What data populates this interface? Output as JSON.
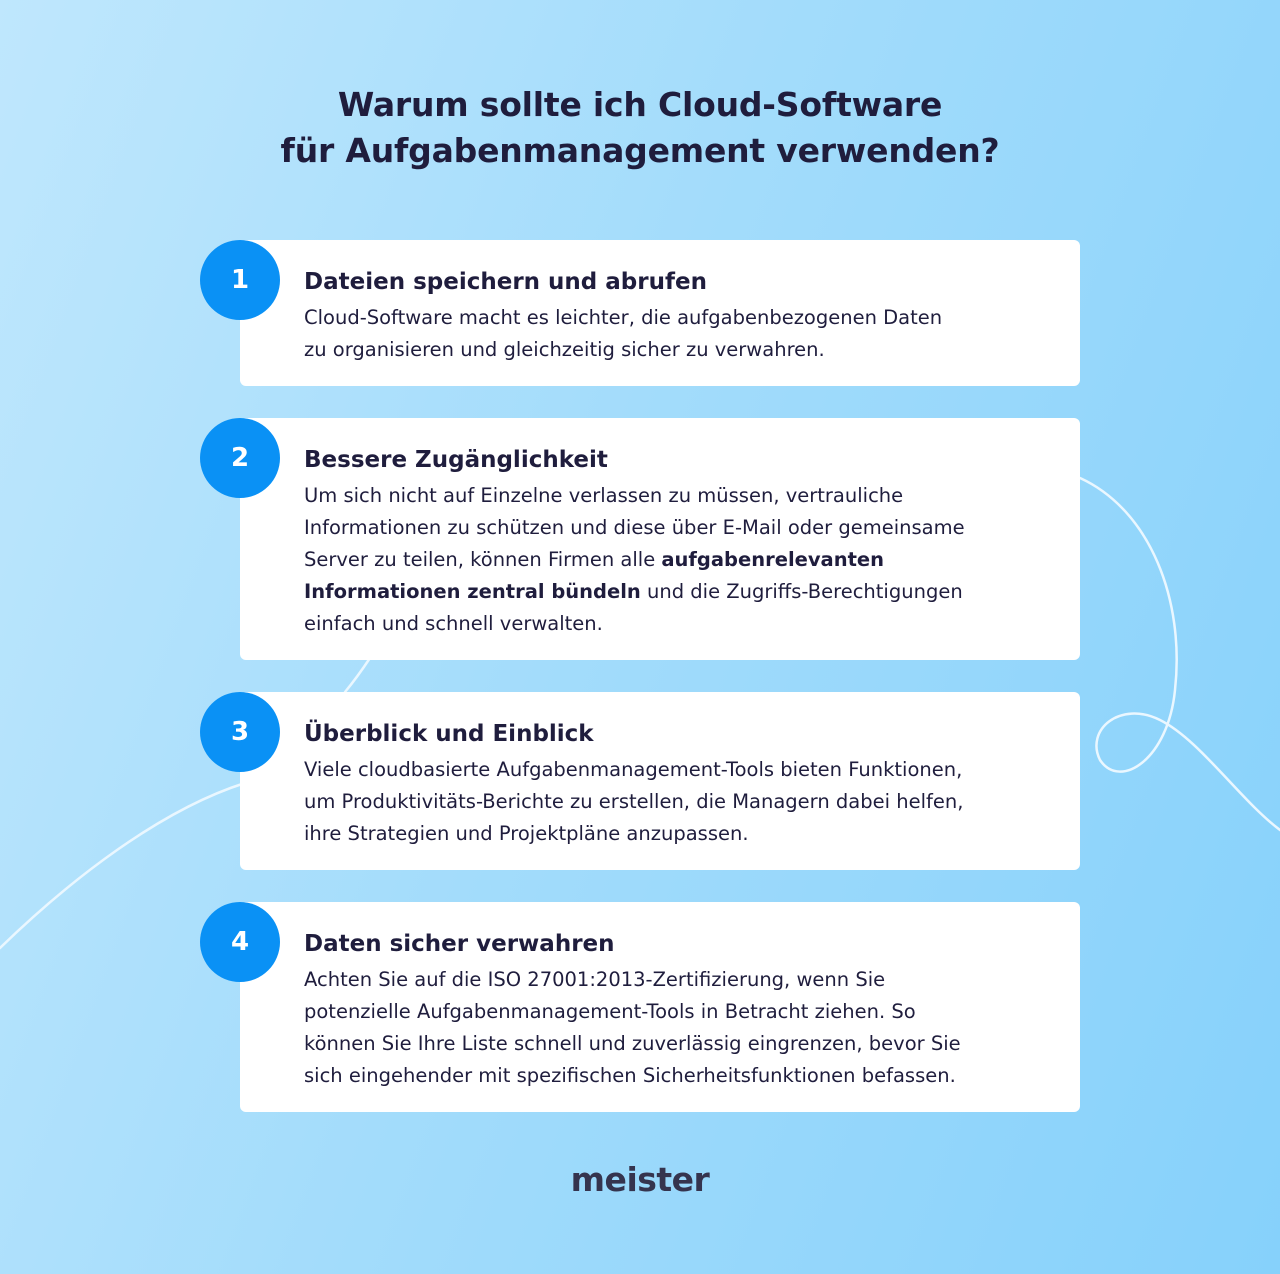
{
  "title": {
    "line1": "Warum sollte ich Cloud-Software",
    "line2": "für Aufgabenmanagement verwenden?"
  },
  "items": [
    {
      "number": "1",
      "heading": "Dateien speichern und abrufen",
      "text": [
        "Cloud-Software macht es leichter, die aufgabenbezogenen Daten",
        "zu organisieren und gleichzeitig sicher zu verwahren."
      ]
    },
    {
      "number": "2",
      "heading": "Bessere Zugänglichkeit",
      "text_parts": {
        "line1": "Um sich nicht auf Einzelne verlassen zu müssen, vertrauliche",
        "line2": "Informationen zu schützen und diese über E-Mail oder gemeinsame",
        "line3_pre": "Server zu teilen, können Firmen alle ",
        "line3_bold": "aufgabenrelevanten",
        "line4_bold": "Informationen zentral bündeln",
        "line4_post": " und die Zugriffs-Berechtigungen",
        "line5": "einfach und schnell verwalten."
      }
    },
    {
      "number": "3",
      "heading": "Überblick und Einblick",
      "text": [
        "Viele cloudbasierte Aufgabenmanagement-Tools bieten Funktionen,",
        "um Produktivitäts-Berichte zu erstellen, die Managern dabei helfen,",
        "ihre Strategien und Projektpläne anzupassen."
      ]
    },
    {
      "number": "4",
      "heading": "Daten sicher verwahren",
      "text": [
        "Achten Sie auf die ISO 27001:2013-Zertifizierung, wenn Sie",
        "potenzielle Aufgabenmanagement-Tools in Betracht ziehen. So",
        "können Sie Ihre Liste schnell und zuverlässig eingrenzen, bevor Sie",
        "sich eingehender mit spezifischen Sicherheitsfunktionen befassen."
      ]
    }
  ],
  "logo": "meister",
  "colors": {
    "badge": "#0a91f5",
    "text": "#1f1d3d",
    "card": "#ffffff",
    "background_start": "#bfe7fd",
    "background_end": "#86d1fb",
    "decor_line": "#eaf7ff"
  }
}
